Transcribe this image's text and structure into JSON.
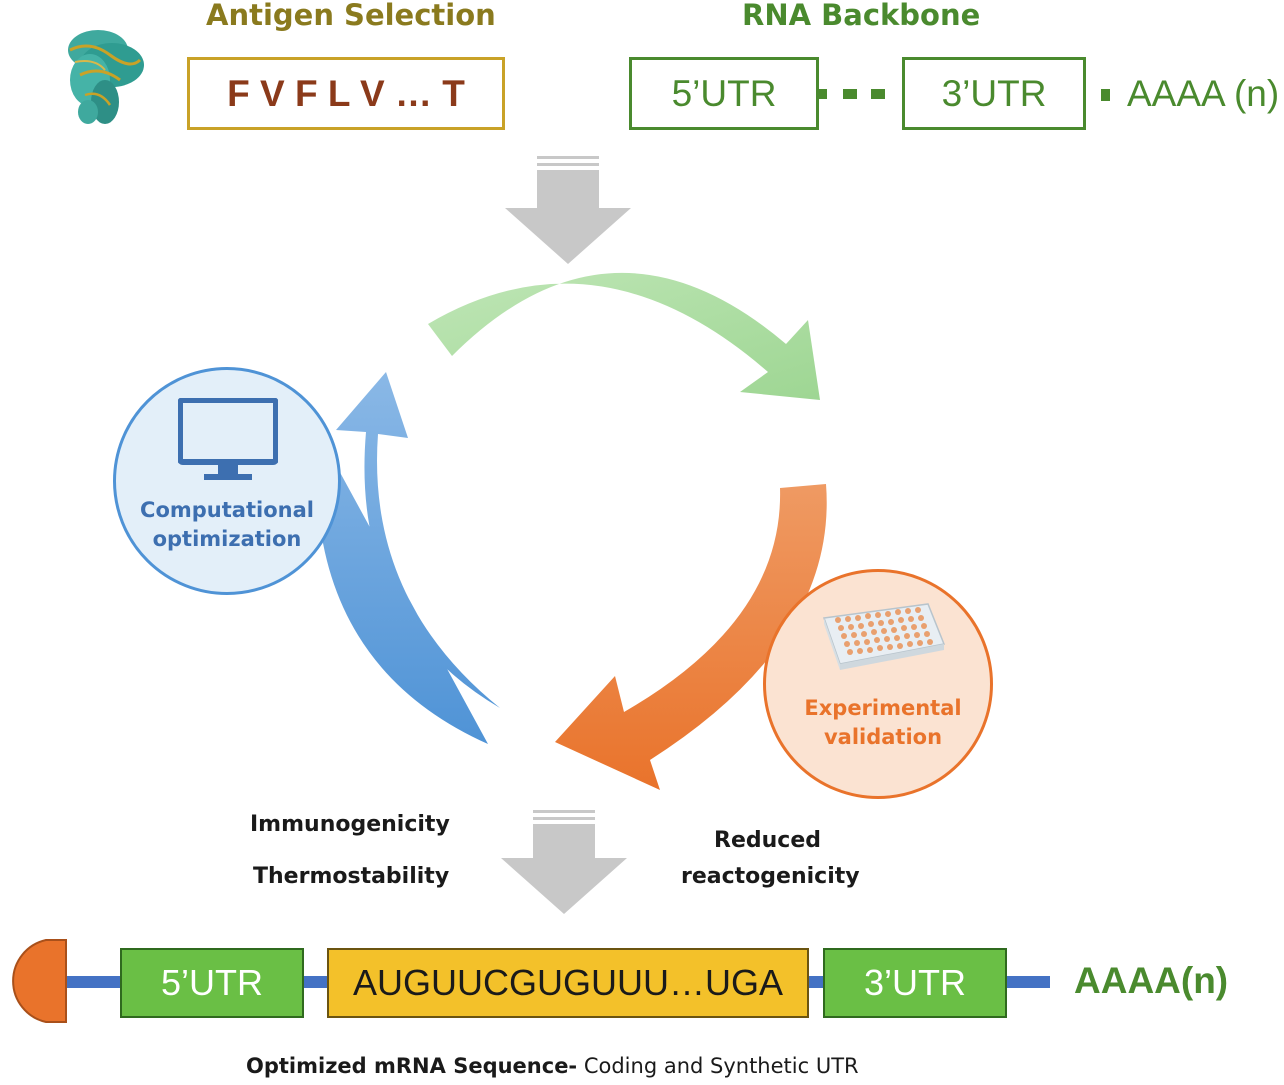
{
  "antigen": {
    "title": "Antigen Selection",
    "sequence": "F V F L V … T",
    "icon": "protein-structure-icon"
  },
  "backbone": {
    "title": "RNA Backbone",
    "utr5": "5’UTR",
    "utr3": "3’UTR",
    "tail": "AAAA (n)"
  },
  "cycle": {
    "computational": {
      "line1": "Computational",
      "line2": "optimization",
      "icon": "monitor-icon"
    },
    "experimental": {
      "line1": "Experimental",
      "line2": "validation",
      "icon": "well-plate-icon"
    }
  },
  "properties": {
    "left1": "Immunogenicity",
    "left2": "Thermostability",
    "right1": "Reduced",
    "right2": "reactogenicity"
  },
  "mrna": {
    "utr5": "5’UTR",
    "coding": "AUGUUCGUGUUU…UGA",
    "utr3": "3’UTR",
    "tail": "AAAA(n)",
    "caption_bold": "Optimized mRNA Sequence-",
    "caption_rest": " Coding and Synthetic UTR"
  },
  "colors": {
    "antigen_gold": "#c9a227",
    "antigen_title": "#8a7a1e",
    "sequence_brown": "#8b3a1a",
    "backbone_green": "#4a8a2e",
    "cycle_green": "#a8dca0",
    "cycle_orange": "#e9732b",
    "cycle_blue": "#4f93d6",
    "utr_fill": "#6abf45",
    "coding_fill": "#f3c12a",
    "line_blue": "#4472c4",
    "cap_orange": "#e9732b",
    "down_arrow": "#c8c8c8"
  }
}
